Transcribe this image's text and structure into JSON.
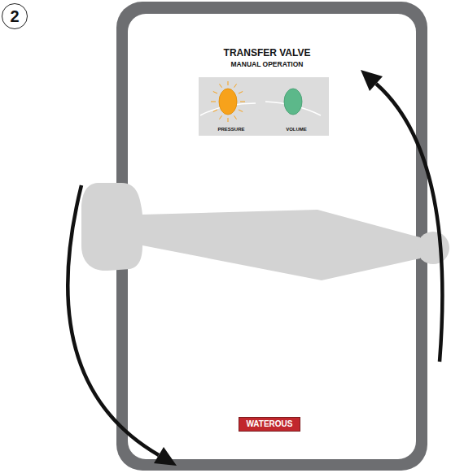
{
  "diagram": {
    "nodes": [
      {
        "text": [
          "2"
        ]
      },
      {
        "text": [
          "TRANSFER VALVE",
          "MANUAL OPERATION"
        ]
      },
      {
        "text": [
          "PRESSURE"
        ],
        "in": 1
      },
      {
        "text": [
          "VOLUME"
        ],
        "in": 1
      },
      {
        "text": [
          "WATEROUS"
        ],
        "in": 1
      }
    ]
  }
}
